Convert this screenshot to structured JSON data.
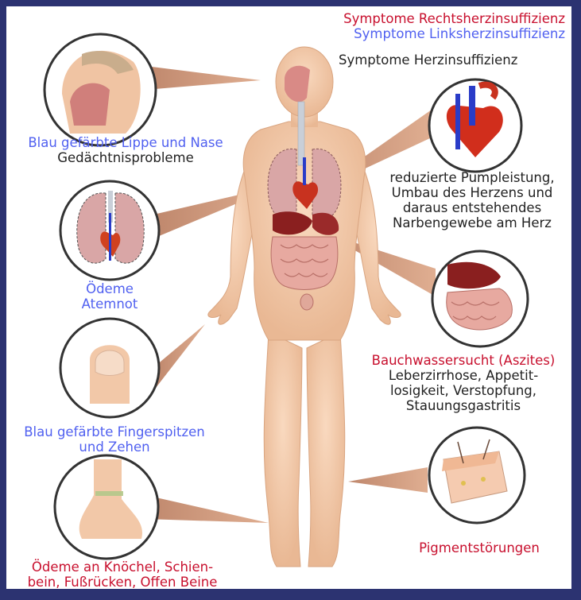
{
  "legend": {
    "right_heart": "Symptome Rechtsherzinsuffizienz",
    "left_heart": "Symptome Linksherzinsuffizienz",
    "general": "Symptome Herzinsuffizienz"
  },
  "callouts": {
    "head": {
      "line1": "Blau gefärbte Lippe und Nase",
      "line2": "Gedächtnisprobleme"
    },
    "lungs": {
      "line1": "Ödeme",
      "line2": "Atemnot"
    },
    "finger": {
      "line1": "Blau gefärbte Fingerspitzen",
      "line2": "und Zehen"
    },
    "foot": {
      "line1": "Ödeme an Knöchel, Schien-",
      "line2": "bein, Fußrücken, Offen Beine"
    },
    "heart": {
      "line1": "reduzierte Pumpleistung,",
      "line2": "Umbau des Herzens und",
      "line3": "daraus entstehendes",
      "line4": "Narbengewebe am Herz"
    },
    "abdomen": {
      "line1": "Bauchwassersucht (Aszites)",
      "line2": "Leberzirrhose, Appetit-",
      "line3": "losigkeit, Verstopfung,",
      "line4": "Stauungsgastritis"
    },
    "skin": {
      "line1": "Pigmentstörungen"
    }
  },
  "colors": {
    "frame": "#2c3371",
    "right_heart": "#c8102e",
    "left_heart": "#5060f0",
    "general": "#222222",
    "skin": "#f2c8a8",
    "pointer": "#c98a6a"
  }
}
